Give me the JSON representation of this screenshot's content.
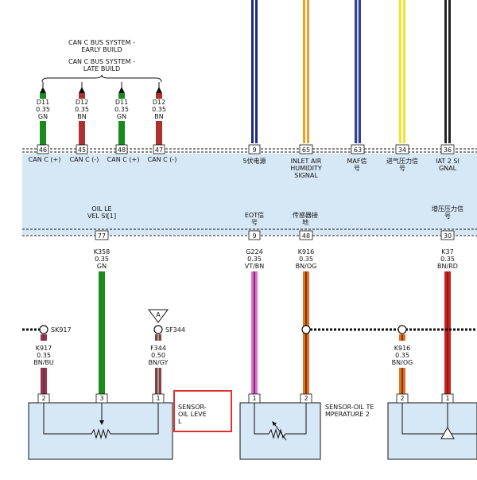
{
  "bus": {
    "early": [
      "CAN C BUS SYSTEM -",
      "EARLY BUILD"
    ],
    "late": [
      "CAN C BUS SYSTEM -",
      "LATE BUILD"
    ]
  },
  "top_wires": [
    {
      "code": "D11",
      "size": "0.35",
      "color": "GN",
      "pin": "46",
      "label": "CAN C (+)",
      "hex": "#1a8a1a"
    },
    {
      "code": "D12",
      "size": "0.35",
      "color": "BN",
      "pin": "45",
      "label": "CAN C (-)",
      "hex": "#b03030"
    },
    {
      "code": "D11",
      "size": "0.35",
      "color": "GN",
      "pin": "48",
      "label": "CAN C (+)",
      "hex": "#1a8a1a"
    },
    {
      "code": "D12",
      "size": "0.35",
      "color": "BN",
      "pin": "47",
      "label": "CAN C (-)",
      "hex": "#b03030"
    }
  ],
  "top_pins": [
    {
      "pin": "9",
      "label": [
        "5伏电源"
      ]
    },
    {
      "pin": "65",
      "label": [
        "INLET AIR",
        "HUMIDITY",
        "SIGNAL"
      ]
    },
    {
      "pin": "63",
      "label": [
        "MAF信",
        "号"
      ]
    },
    {
      "pin": "34",
      "label": [
        "进气压力信",
        "号"
      ]
    },
    {
      "pin": "36",
      "label": [
        "IAT 2 SI",
        "GNAL"
      ]
    }
  ],
  "module_labels": [
    {
      "text": [
        "OIL LE",
        "VEL SI[1]"
      ]
    },
    {
      "text": [
        "EOT信",
        "号"
      ]
    },
    {
      "text": [
        "传感器接",
        "地"
      ]
    },
    {
      "text": [
        "增压压力信",
        "号"
      ]
    }
  ],
  "bottom_pins": [
    {
      "pin": "77",
      "code": "K358",
      "size": "0.35",
      "color": "GN"
    },
    {
      "pin": "9",
      "code": "G224",
      "size": "0.35",
      "color": "VT/BN"
    },
    {
      "pin": "48",
      "code": "K916",
      "size": "0.35",
      "color": "BN/OG"
    },
    {
      "pin": "30",
      "code": "K37",
      "size": "0.35",
      "color": "BN/RD"
    }
  ],
  "splices": [
    {
      "name": "SK917"
    },
    {
      "name": "SF344"
    }
  ],
  "ground_ref": "A",
  "branch_wires": [
    {
      "code": "K917",
      "size": "0.35",
      "color": "BN/BU"
    },
    {
      "code": "F344",
      "size": "0.50",
      "color": "BN/GY"
    },
    {
      "code": "K916",
      "size": "0.35",
      "color": "BN/OG"
    }
  ],
  "sensors": [
    {
      "name": [
        "SENSOR-",
        "OIL LEVE",
        "L"
      ],
      "pins": [
        "2",
        "3",
        "1"
      ]
    },
    {
      "name": [
        "SENSOR-OIL TE",
        "MPERATURE 2"
      ],
      "pins": [
        "1",
        "2"
      ]
    },
    {
      "name": [],
      "pins": [
        "2",
        "1"
      ]
    }
  ],
  "colors": {
    "module_fill": "#d6e7f5",
    "sensor_fill": "#d6e7f5",
    "highlight": "#e03030"
  }
}
